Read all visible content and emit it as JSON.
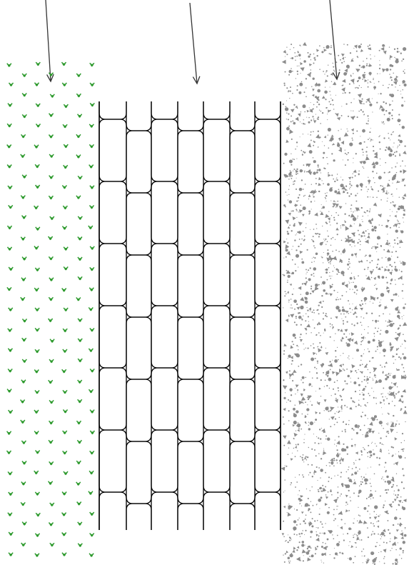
{
  "diagram": {
    "type": "layer-cross-section",
    "labels": [],
    "layers": [
      {
        "pattern": "vegetation-dots",
        "pattern_color": "#2e9a2e"
      },
      {
        "pattern": "elongated-cells",
        "stroke_color": "#000000"
      },
      {
        "pattern": "granular-speckle",
        "pattern_color": "#8c8c8c"
      }
    ],
    "pointer_arrows": 3,
    "arrow_color": "#333333"
  }
}
